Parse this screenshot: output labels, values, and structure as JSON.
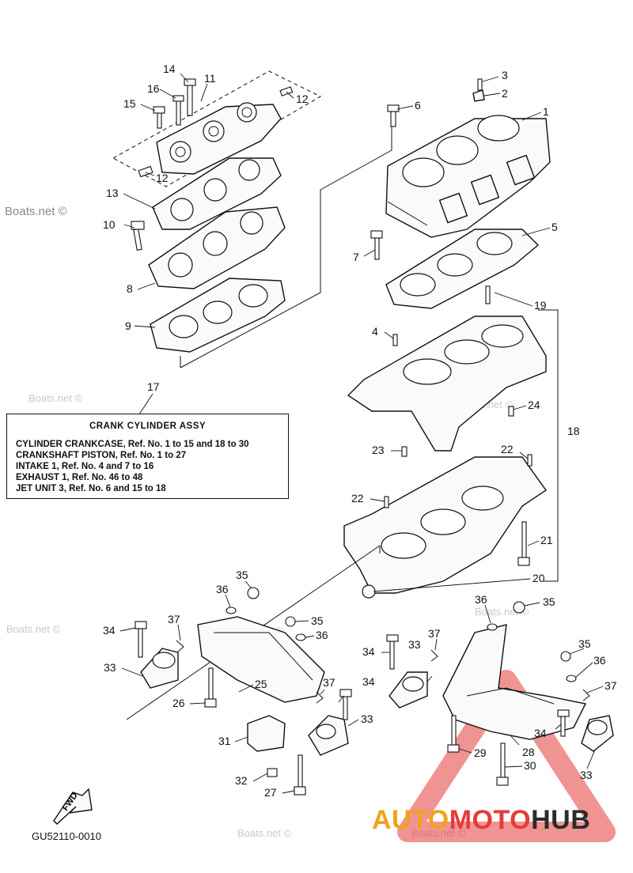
{
  "watermark": "Boats.net ©",
  "callouts": [
    "1",
    "2",
    "3",
    "4",
    "5",
    "6",
    "7",
    "8",
    "9",
    "10",
    "11",
    "12",
    "12",
    "13",
    "14",
    "15",
    "16",
    "17",
    "18",
    "19",
    "20",
    "21",
    "22",
    "22",
    "23",
    "24",
    "25",
    "26",
    "27",
    "28",
    "29",
    "30",
    "31",
    "32",
    "33",
    "33",
    "33",
    "33",
    "34",
    "34",
    "34",
    "34",
    "35",
    "35",
    "35",
    "35",
    "36",
    "36",
    "36",
    "36",
    "37",
    "37",
    "37",
    "37"
  ],
  "assy_box": {
    "title": "CRANK CYLINDER ASSY",
    "rows": [
      "CYLINDER CRANKCASE,  Ref. No. 1 to 15 and 18 to 30",
      "CRANKSHAFT PISTON,      Ref. No. 1 to 27",
      "INTAKE 1,        Ref. No. 4 and 7 to 16",
      "EXHAUST 1,   Ref. No. 46 to 48",
      "JET UNIT 3,     Ref. No. 6 and 15 to 18"
    ]
  },
  "fwd_label": "FWD",
  "diagram_code": "GU52110-0010",
  "brand": {
    "part1": "AUTO",
    "part2": "MOTO",
    "part3": "HUB"
  },
  "colors": {
    "brand_orange": "#f3a11b",
    "brand_red": "#e43b3b",
    "brand_dark": "#2b2b2b",
    "line": "#111111"
  }
}
